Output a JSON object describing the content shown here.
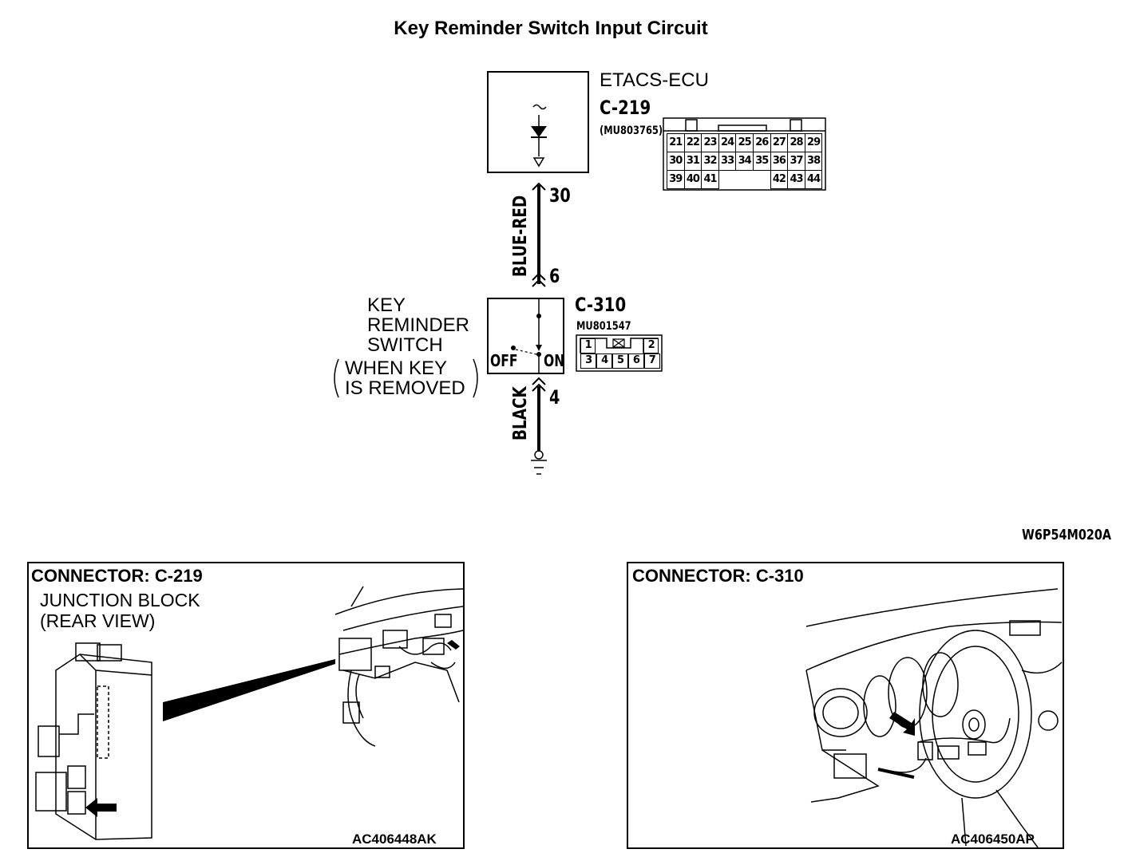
{
  "title": "Key Reminder Switch Input Circuit",
  "ecu": {
    "name": "ETACS-ECU",
    "connector": "C-219",
    "part_no": "(MU803765)",
    "pin_rows": [
      [
        "21",
        "22",
        "23",
        "24",
        "25",
        "26",
        "27",
        "28",
        "29"
      ],
      [
        "30",
        "31",
        "32",
        "33",
        "34",
        "35",
        "36",
        "37",
        "38"
      ],
      [
        "39",
        "40",
        "41",
        "42",
        "43",
        "44"
      ]
    ]
  },
  "wire_top": {
    "pin_ecu": "30",
    "color": "BLUE-RED",
    "pin_switch": "6"
  },
  "switch": {
    "name_lines": [
      "KEY",
      "REMINDER",
      "SWITCH"
    ],
    "condition_lines": [
      "WHEN KEY",
      "IS REMOVED"
    ],
    "off_label": "OFF",
    "on_label": "ON",
    "connector": "C-310",
    "part_no": "MU801547",
    "pin_rows": [
      [
        "1",
        "2"
      ],
      [
        "3",
        "4",
        "5",
        "6",
        "7"
      ]
    ]
  },
  "wire_bottom": {
    "pin_switch": "4",
    "color": "BLACK"
  },
  "diagram_code": "W6P54M020A",
  "panel_left": {
    "title": "CONNECTOR: C-219",
    "subtitle_lines": [
      "JUNCTION BLOCK",
      "(REAR VIEW)"
    ],
    "code": "AC406448AK"
  },
  "panel_right": {
    "title": "CONNECTOR: C-310",
    "code": "AC406450AP"
  }
}
